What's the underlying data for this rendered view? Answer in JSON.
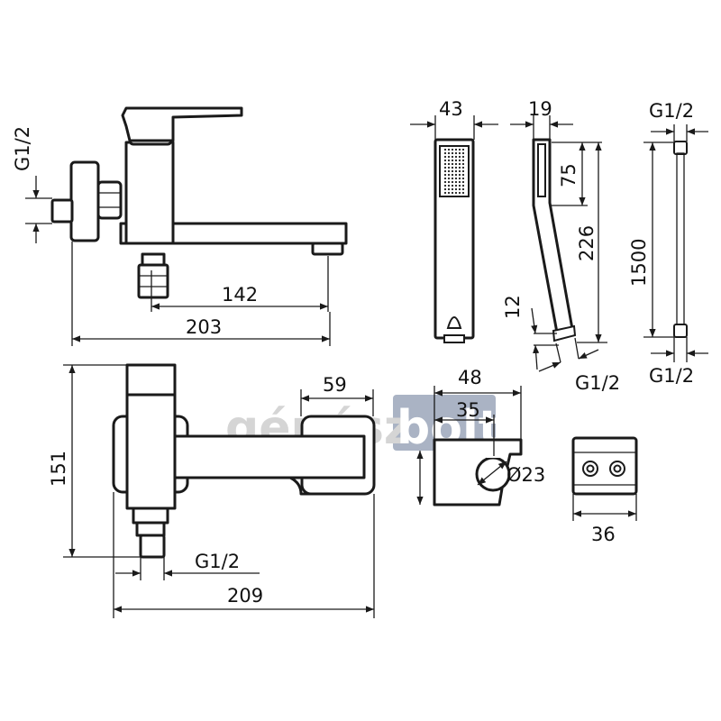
{
  "watermark": {
    "part1": "gépész",
    "part2": "bolt",
    "box_color": "#aab3c4"
  },
  "dimensions": {
    "inlet_thread_side": "G1/2",
    "spout_length_inner": "142",
    "spout_length_total": "203",
    "handshower_width": "43",
    "handshower_depth": "19",
    "handshower_head": "75",
    "handshower_length": "226",
    "handshower_tip": "12",
    "handshower_thread": "G1/2",
    "hose_thread_top": "G1/2",
    "hose_length": "1500",
    "hose_thread_bottom": "G1/2",
    "body_height": "151",
    "outlet_thread_bottom": "G1/2",
    "spout_projection": "59",
    "total_width": "209",
    "holder_width": "48",
    "holder_spacing": "35",
    "holder_diameter": "Ø23",
    "wall_plate_width": "36"
  }
}
